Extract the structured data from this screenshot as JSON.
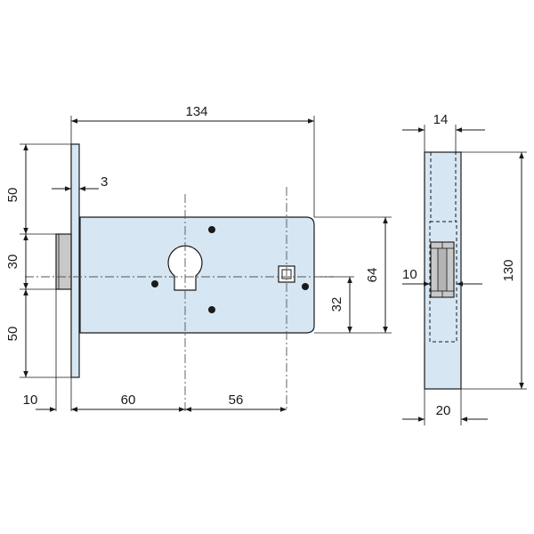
{
  "colors": {
    "body_fill": "#d6e6f3",
    "line": "#1a1a1a",
    "bolt_fill": "#c8c8c8"
  },
  "dimensions": {
    "width_134": "134",
    "faceplate_3": "3",
    "top_50": "50",
    "bolt_30": "30",
    "bottom_50": "50",
    "height_64": "64",
    "offset_32": "32",
    "backset_10": "10",
    "backset_60": "60",
    "spacing_56": "56",
    "side_14": "14",
    "side_10": "10",
    "side_130": "130",
    "side_20": "20"
  }
}
